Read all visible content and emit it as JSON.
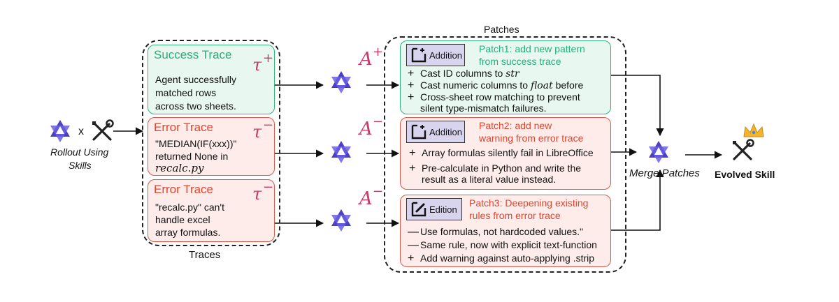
{
  "rollout": {
    "x": "x",
    "label_line1": "Rollout Using",
    "label_line2": "Skills"
  },
  "traces": {
    "group_label": "Traces",
    "success": {
      "title": "Success Trace",
      "lines": [
        "Agent successfully",
        "matched rows",
        "across two sheets."
      ],
      "symbol": "τ",
      "sup": "+"
    },
    "error1": {
      "title": "Error Trace",
      "lines": [
        "\"MEDIAN(IF(xxx))\"",
        "returned None in"
      ],
      "file": "recalc.py",
      "symbol": "τ",
      "sup": "−"
    },
    "error2": {
      "title": "Error Trace",
      "lines": [
        "\"recalc.py\" can't",
        "handle excel",
        "array formulas."
      ],
      "symbol": "τ",
      "sup": "−"
    }
  },
  "analysis": {
    "plus": "+",
    "minus": "−",
    "a_symbol": "A"
  },
  "patches": {
    "group_label": "Patches",
    "p1": {
      "badge": "Addition",
      "head1": "Patch1: add new pattern",
      "head2": "from success trace",
      "lines": [
        {
          "sym": "+",
          "pre": "Cast ID columns to ",
          "code": "str",
          "post": ""
        },
        {
          "sym": "+",
          "pre": "Cast numeric columns to ",
          "code": "float",
          "post": " before"
        },
        {
          "sym": "+",
          "pre": "Cross-sheet row matching to prevent",
          "code": "",
          "post": ""
        },
        {
          "sym": "",
          "pre": "silent type-mismatch failures.",
          "code": "",
          "post": ""
        }
      ]
    },
    "p2": {
      "badge": "Addition",
      "head1": "Patch2: add new",
      "head2": "warning from error trace",
      "lines": [
        {
          "sym": "+",
          "text": "Array formulas silently fail in LibreOffice"
        },
        {
          "sym": "+",
          "text": "Pre-calculate in Python and write the"
        },
        {
          "sym": "",
          "text": "result as a literal value instead."
        }
      ]
    },
    "p3": {
      "badge": "Edition",
      "head1": "Patch3: Deepening existing",
      "head2": "rules from error trace",
      "lines": [
        {
          "sym": "—",
          "text": "Use formulas, not hardcoded values.\""
        },
        {
          "sym": "—",
          "text": "Same rule, now with explicit text-function"
        },
        {
          "sym": "+",
          "text": "Add warning against auto-applying .strip"
        }
      ]
    }
  },
  "merge": {
    "label": "Merge Patches"
  },
  "evolved": {
    "label": "Evolved Skill"
  },
  "colors": {
    "success": "#2fb37a",
    "error": "#d8584a",
    "logo": "#4b3fc4",
    "accent": "#c83a6b"
  }
}
